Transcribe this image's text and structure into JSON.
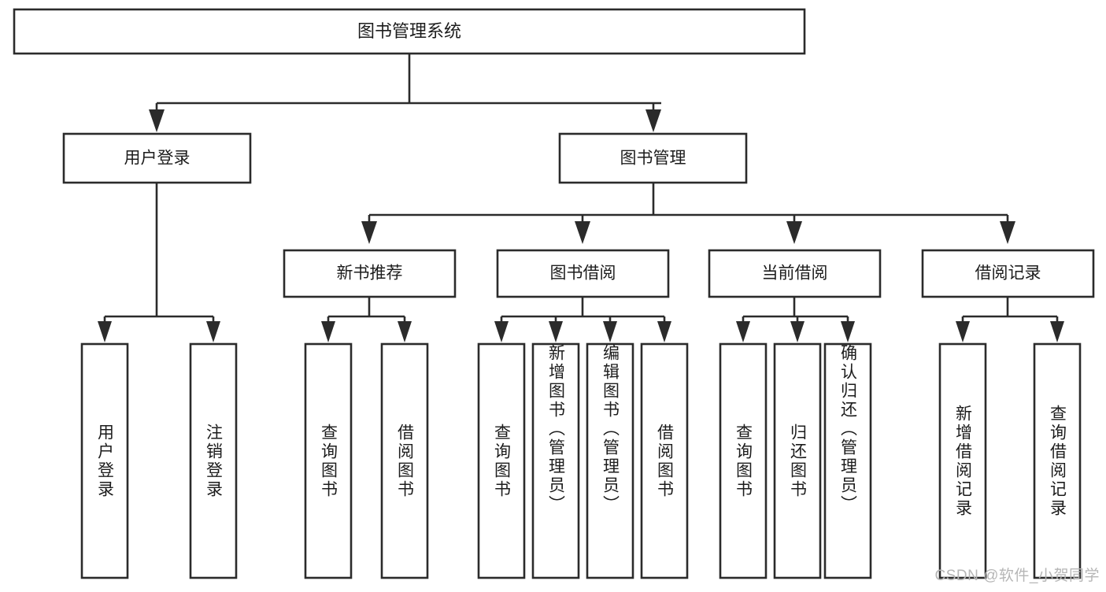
{
  "diagram": {
    "title": "图书管理系统",
    "type": "hierarchy-tree",
    "watermark": "CSDN @软件_小贺同学",
    "colors": {
      "stroke": "#2b2b2b",
      "fill": "#ffffff",
      "text": "#1c1c1c",
      "watermark": "#b6b6b6"
    },
    "root": {
      "label": "图书管理系统"
    },
    "level2": [
      {
        "label": "用户登录"
      },
      {
        "label": "图书管理"
      }
    ],
    "level3": [
      {
        "label": "新书推荐"
      },
      {
        "label": "图书借阅"
      },
      {
        "label": "当前借阅"
      },
      {
        "label": "借阅记录"
      }
    ],
    "leaves": {
      "user_login": [
        {
          "label": "用户登录"
        },
        {
          "label": "注销登录"
        }
      ],
      "new_book_rec": [
        {
          "label": "查询图书"
        },
        {
          "label": "借阅图书"
        }
      ],
      "book_borrow": [
        {
          "label": "查询图书"
        },
        {
          "label": "新增图书（管理员）"
        },
        {
          "label": "编辑图书（管理员）"
        },
        {
          "label": "借阅图书"
        }
      ],
      "current_borrow": [
        {
          "label": "查询图书"
        },
        {
          "label": "归还图书"
        },
        {
          "label": "确认归还（管理员）"
        }
      ],
      "borrow_record": [
        {
          "label": "新增借阅记录"
        },
        {
          "label": "查询借阅记录"
        }
      ]
    }
  }
}
